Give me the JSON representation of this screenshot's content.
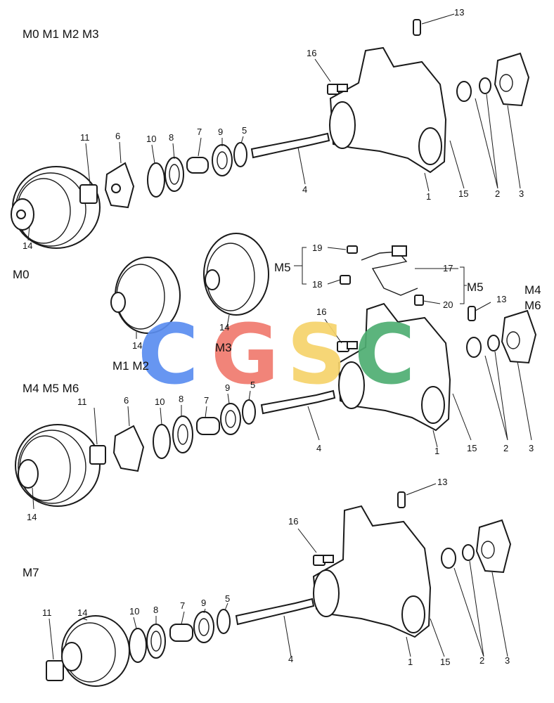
{
  "models": {
    "m0_group": "M0 M1 M2 M3",
    "m0": "M0",
    "m1m2": "M1 M2",
    "m3": "M3",
    "m4_group": "M4 M5 M6",
    "m4": "M4",
    "m6": "M6",
    "m5_left": "M5",
    "m5_right": "M5",
    "m7": "M7"
  },
  "top": {
    "n13": "13",
    "n16": "16",
    "n11": "11",
    "n6": "6",
    "n10": "10",
    "n8": "8",
    "n7": "7",
    "n9": "9",
    "n5": "5",
    "n4": "4",
    "n1": "1",
    "n15": "15",
    "n2": "2",
    "n3": "3",
    "n14": "14"
  },
  "middle": {
    "n19": "19",
    "n18": "18",
    "n17": "17",
    "n20": "20",
    "n13": "13",
    "n16": "16",
    "n14a": "14",
    "n14b": "14",
    "n11": "11",
    "n6": "6",
    "n10": "10",
    "n8": "8",
    "n7": "7",
    "n9": "9",
    "n5": "5",
    "n4": "4",
    "n1": "1",
    "n15": "15",
    "n2": "2",
    "n3": "3",
    "n14c": "14"
  },
  "bottom": {
    "n13": "13",
    "n16": "16",
    "n11": "11",
    "n14": "14",
    "n10": "10",
    "n8": "8",
    "n7": "7",
    "n9": "9",
    "n5": "5",
    "n4": "4",
    "n1": "1",
    "n15": "15",
    "n2": "2",
    "n3": "3"
  },
  "watermark": {
    "letters": [
      "C",
      "G",
      "S",
      "C"
    ],
    "colors": [
      "#5b8ef0",
      "#f07a6e",
      "#f6d36b",
      "#4fae72"
    ]
  }
}
